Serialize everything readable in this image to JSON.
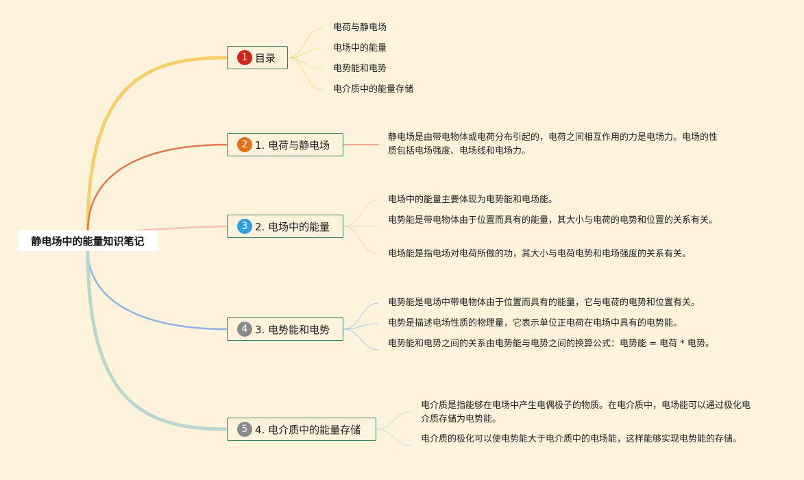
{
  "root": {
    "title": "静电场中的能量知识笔记"
  },
  "branches": [
    {
      "num": "1",
      "label": "目录",
      "badge_color": "#d2261d",
      "line_color": "#f6cf69",
      "children": [
        "电荷与静电场",
        "电场中的能量",
        "电势能和电势",
        "电介质中的能量存储"
      ]
    },
    {
      "num": "2",
      "label": "1. 电荷与静电场",
      "badge_color": "#e0711f",
      "line_color": "#de7a4f",
      "children": [
        "静电场是由带电物体或电荷分布引起的，电荷之间相互作用的力是电场力。电场的性质包括电场强度、电场线和电场力。"
      ]
    },
    {
      "num": "3",
      "label": "2. 电场中的能量",
      "badge_color": "#2f9ee0",
      "line_color": "#f4c2b0",
      "children": [
        "电场中的能量主要体现为电势能和电场能。",
        "电势能是带电物体由于位置而具有的能量，其大小与电荷的电势和位置的关系有关。",
        "电场能是指电场对电荷所做的功，其大小与电荷电势和电场强度的关系有关。"
      ]
    },
    {
      "num": "4",
      "label": "3. 电势能和电势",
      "badge_color": "#8a8a8a",
      "line_color": "#8fb4e2",
      "children": [
        "电势能是电场中带电物体由于位置而具有的能量，它与电荷的电势和位置有关。",
        "电势是描述电场性质的物理量，它表示单位正电荷在电场中具有的电势能。",
        "电势能和电势之间的关系由电势能与电势之间的换算公式：电势能 = 电荷 * 电势。"
      ]
    },
    {
      "num": "5",
      "label": "4. 电介质中的能量存储",
      "badge_color": "#8a8a8a",
      "line_color": "#b9d7cf",
      "children": [
        "电介质是指能够在电场中产生电偶极子的物质。在电介质中，电场能可以通过极化电介质存储为电势能。",
        "电介质的极化可以使电势能大于电介质中的电场能，这样能够实现电势能的存储。"
      ]
    }
  ]
}
